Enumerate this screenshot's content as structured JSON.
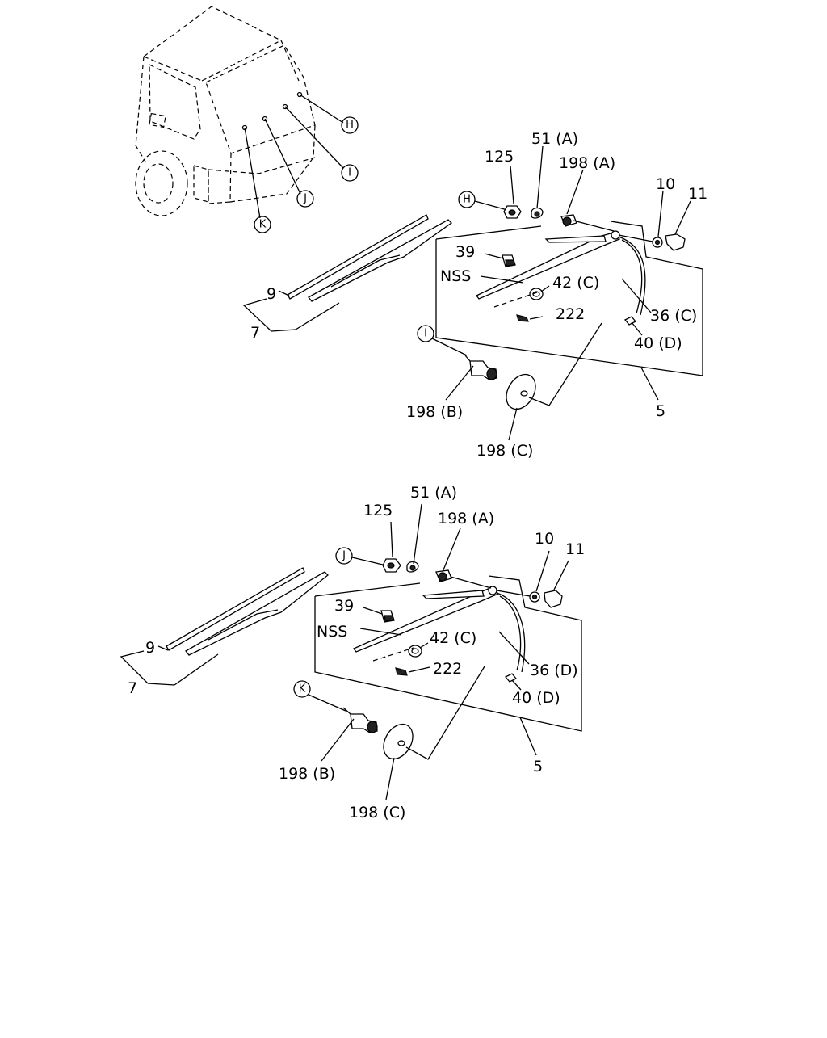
{
  "vehicle_callouts": [
    "H",
    "I",
    "J",
    "K"
  ],
  "upper_assembly": {
    "callout": "H",
    "motor_callout": "I",
    "labels": {
      "p125": "125",
      "p51": "51 (A)",
      "p198a": "198 (A)",
      "p10": "10",
      "p11": "11",
      "p39": "39",
      "nss": "NSS",
      "p42": "42 (C)",
      "p222": "222",
      "p36": "36 (C)",
      "p40": "40 (D)",
      "p9": "9",
      "p7": "7",
      "p5": "5",
      "p198b": "198 (B)",
      "p198c": "198 (C)"
    }
  },
  "lower_assembly": {
    "callout": "J",
    "motor_callout": "K",
    "labels": {
      "p125": "125",
      "p51": "51 (A)",
      "p198a": "198 (A)",
      "p10": "10",
      "p11": "11",
      "p39": "39",
      "nss": "NSS",
      "p42": "42 (C)",
      "p222": "222",
      "p36": "36 (D)",
      "p40": "40 (D)",
      "p9": "9",
      "p7": "7",
      "p5": "5",
      "p198b": "198 (B)",
      "p198c": "198 (C)"
    }
  }
}
